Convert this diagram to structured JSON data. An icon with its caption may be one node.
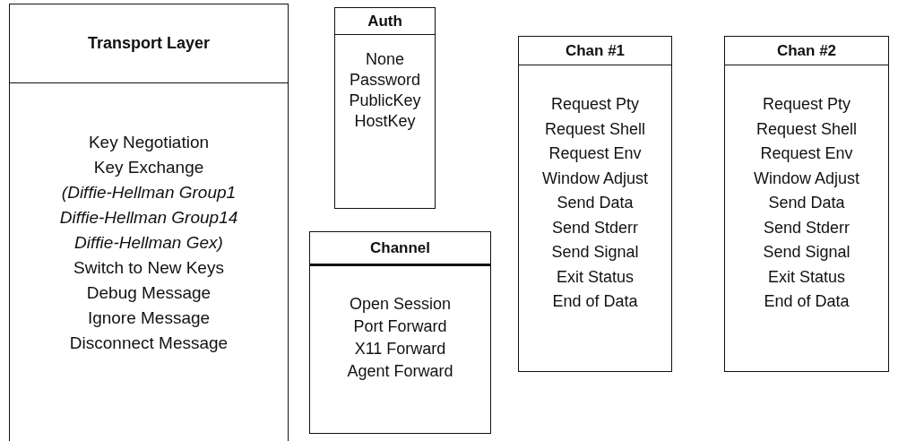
{
  "diagram": {
    "nodes": [
      {
        "text": [
          "Transport Layer",
          "Key Negotiation",
          "Key Exchange",
          "(Diffie-Hellman Group1",
          "Diffie-Hellman Group14",
          "Diffie-Hellman Gex)",
          "Switch to New Keys",
          "Debug Message",
          "Ignore Message",
          "Disconnect Message"
        ]
      },
      {
        "text": [
          "Auth",
          "None",
          "Password",
          "PublicKey",
          "HostKey"
        ]
      },
      {
        "text": [
          "Channel",
          "Open Session",
          "Port Forward",
          "X11 Forward",
          "Agent Forward"
        ]
      },
      {
        "text": [
          "Chan #1",
          "Request Pty",
          "Request Shell",
          "Request Env",
          "Window Adjust",
          "Send Data",
          "Send Stderr",
          "Send Signal",
          "Exit Status",
          "End of Data"
        ]
      },
      {
        "text": [
          "Chan #2",
          "Request Pty",
          "Request Shell",
          "Request Env",
          "Window Adjust",
          "Send Data",
          "Send Stderr",
          "Send Signal",
          "Exit Status",
          "End of Data"
        ]
      }
    ],
    "edges": []
  }
}
